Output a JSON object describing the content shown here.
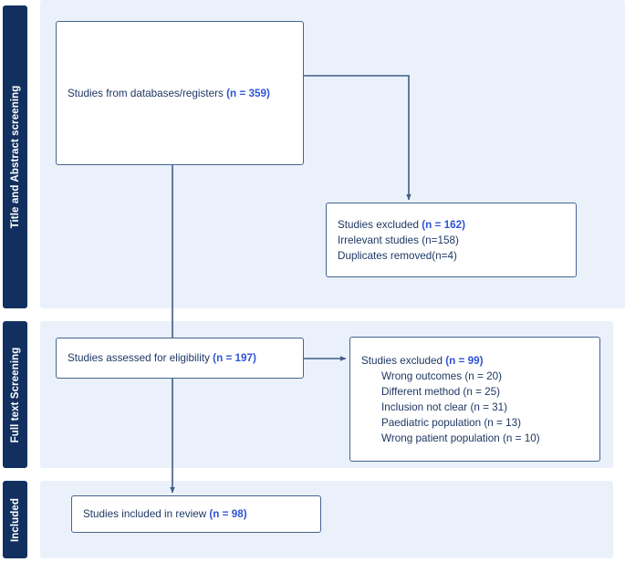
{
  "diagram": {
    "type": "prisma-flow-diagram",
    "colors": {
      "panel_background": "#eaf1fb",
      "stage_label_background": "#12305f",
      "stage_label_text": "#ffffff",
      "node_border": "#46648f",
      "node_background": "#ffffff",
      "body_text": "#1f3864",
      "count_text": "#2f54d6",
      "connector": "#3f5d86"
    }
  },
  "stages": [
    {
      "id": "screening",
      "label": "Title and Abstract screening"
    },
    {
      "id": "fulltext",
      "label": "Full text Screening"
    },
    {
      "id": "included",
      "label": "Included"
    }
  ],
  "nodes": {
    "identification": {
      "lines": [
        {
          "text": "Studies from databases/registers ",
          "count": "(n = 359)",
          "indent": false
        }
      ]
    },
    "excluded_screening": {
      "lines": [
        {
          "text": "Studies excluded ",
          "count": "(n = 162)",
          "indent": false
        },
        {
          "text": "Irrelevant studies (n=158)",
          "count": "",
          "indent": false
        },
        {
          "text": "Duplicates removed(n=4)",
          "count": "",
          "indent": false
        }
      ]
    },
    "eligibility": {
      "lines": [
        {
          "text": "Studies assessed for eligibility ",
          "count": "(n = 197)",
          "indent": false
        }
      ]
    },
    "excluded_fulltext": {
      "lines": [
        {
          "text": "Studies excluded ",
          "count": "(n = 99)",
          "indent": false
        },
        {
          "text": "Wrong outcomes (n = 20)",
          "count": "",
          "indent": true
        },
        {
          "text": "Different method (n = 25)",
          "count": "",
          "indent": true
        },
        {
          "text": "Inclusion not clear (n = 31)",
          "count": "",
          "indent": true
        },
        {
          "text": "Paediatric population (n = 13)",
          "count": "",
          "indent": true
        },
        {
          "text": "Wrong patient population (n = 10)",
          "count": "",
          "indent": true
        }
      ]
    },
    "included": {
      "lines": [
        {
          "text": "Studies included in review ",
          "count": "(n = 98)",
          "indent": false
        }
      ]
    }
  },
  "chart_data": {
    "type": "flow",
    "title": "PRISMA study selection flow",
    "steps": [
      {
        "stage": "Title and Abstract screening",
        "label": "Studies from databases/registers",
        "n": 359
      },
      {
        "stage": "Title and Abstract screening",
        "label": "Studies excluded",
        "n": 162,
        "reasons": [
          {
            "label": "Irrelevant studies",
            "n": 158
          },
          {
            "label": "Duplicates removed",
            "n": 4
          }
        ]
      },
      {
        "stage": "Full text Screening",
        "label": "Studies assessed for eligibility",
        "n": 197
      },
      {
        "stage": "Full text Screening",
        "label": "Studies excluded",
        "n": 99,
        "reasons": [
          {
            "label": "Wrong outcomes",
            "n": 20
          },
          {
            "label": "Different method",
            "n": 25
          },
          {
            "label": "Inclusion not clear",
            "n": 31
          },
          {
            "label": "Paediatric population",
            "n": 13
          },
          {
            "label": "Wrong patient population",
            "n": 10
          }
        ]
      },
      {
        "stage": "Included",
        "label": "Studies included in review",
        "n": 98
      }
    ]
  }
}
